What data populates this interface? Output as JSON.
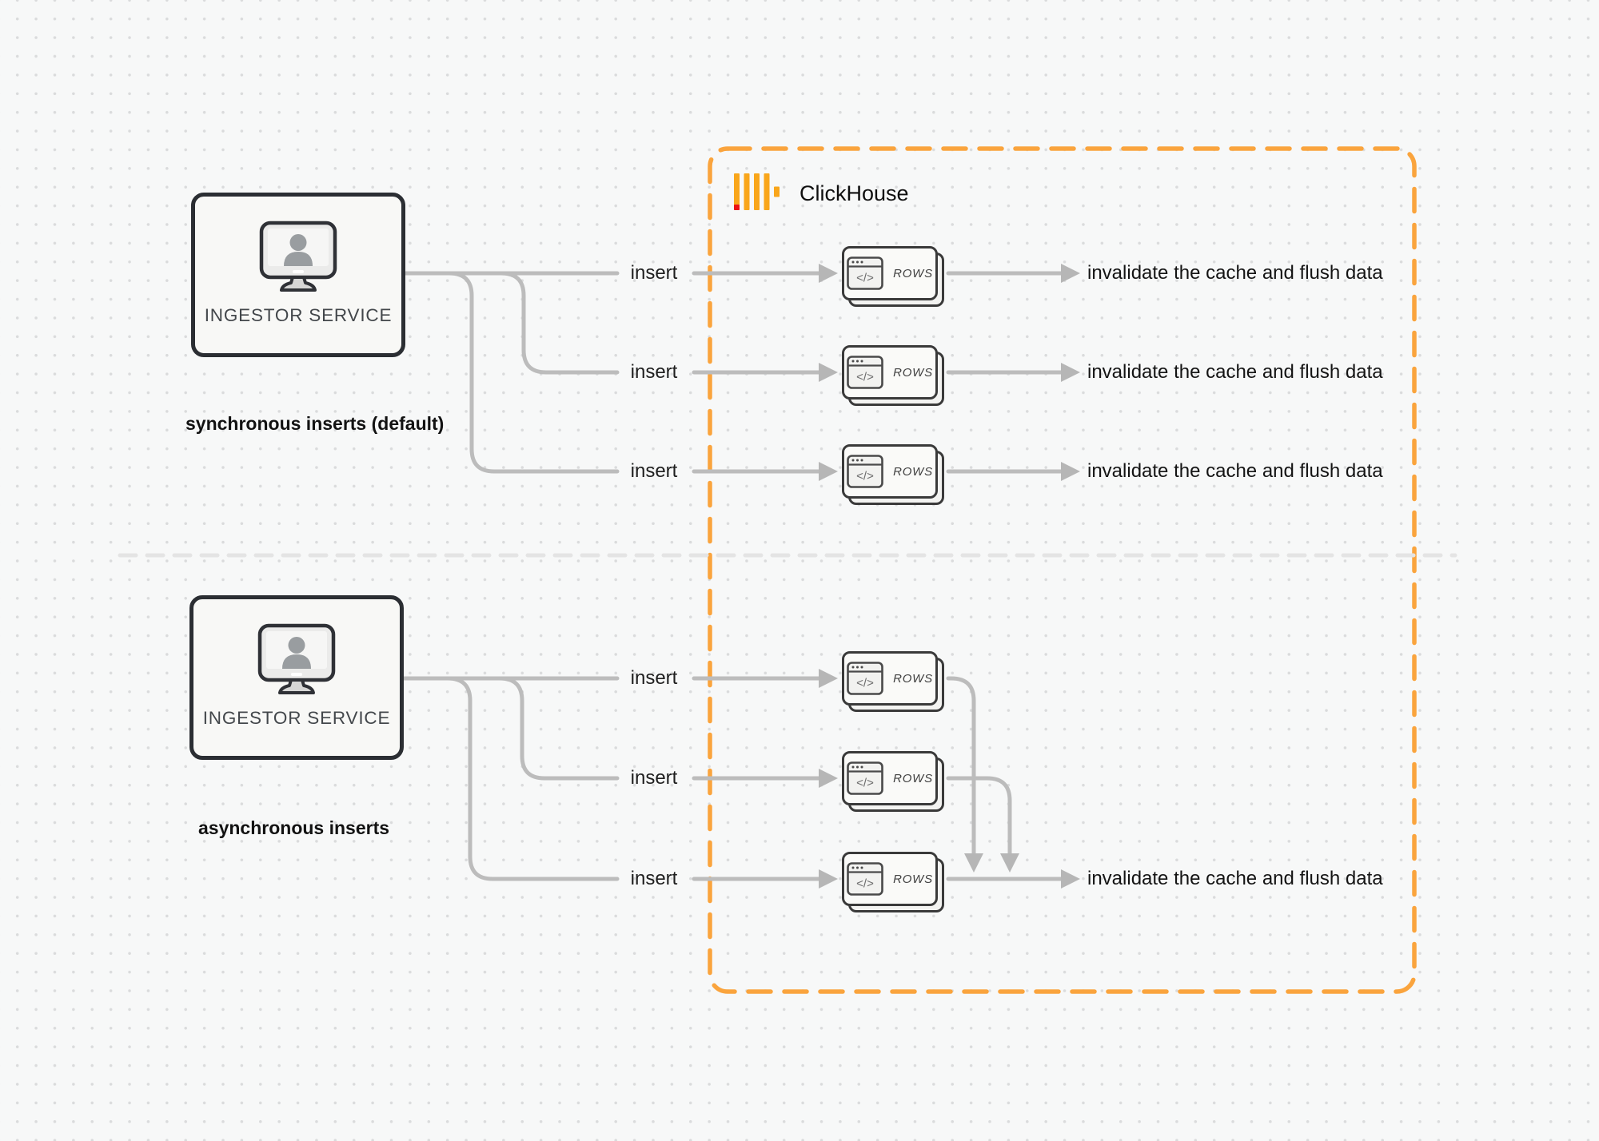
{
  "clickhouse": {
    "label": "ClickHouse"
  },
  "sections": [
    {
      "caption": "synchronous inserts (default)",
      "source": {
        "label": "INGESTOR SERVICE"
      },
      "inserts": [
        "insert",
        "insert",
        "insert"
      ],
      "cards": [
        "ROWS",
        "ROWS",
        "ROWS"
      ],
      "outputs": [
        "invalidate the cache and flush data",
        "invalidate the cache and flush data",
        "invalidate the cache and flush data"
      ]
    },
    {
      "caption": "asynchronous inserts",
      "source": {
        "label": "INGESTOR SERVICE"
      },
      "inserts": [
        "insert",
        "insert",
        "insert"
      ],
      "cards": [
        "ROWS",
        "ROWS",
        "ROWS"
      ],
      "outputs": [
        "invalidate the cache and flush data"
      ]
    }
  ],
  "colors": {
    "accent_orange": "#FAA43D",
    "logo_yellow": "#F9A61B",
    "logo_red": "#EB1414",
    "connector_gray": "#BCBCBC",
    "divider_gray": "#E4E4E4",
    "card_border": "#3A3A3A",
    "background": "#F7F8F8"
  }
}
